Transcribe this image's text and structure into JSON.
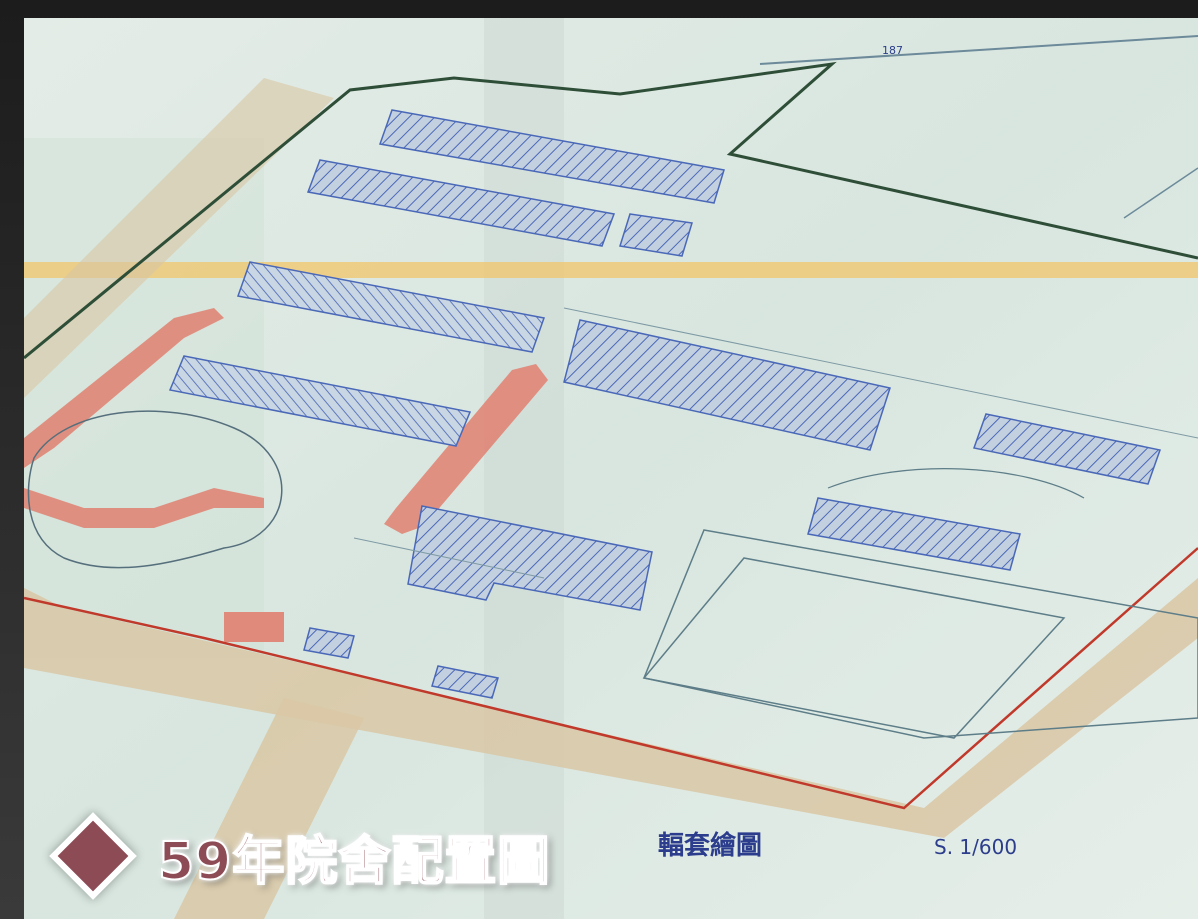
{
  "caption": {
    "title": "59年院舍配置圖",
    "accent_color": "#8c4b55"
  },
  "plan_labels": {
    "number_top": "187",
    "handwritten_title": "輻套繪圖",
    "scale": "S. 1/600"
  },
  "colors": {
    "paper": "#dfe9e3",
    "ink_blue": "#2b3d8c",
    "hatch_blue": "#4a68b8",
    "wall_red": "#e08070",
    "road_tan": "#d9c7a4",
    "fold_band": "#f2c56a"
  }
}
